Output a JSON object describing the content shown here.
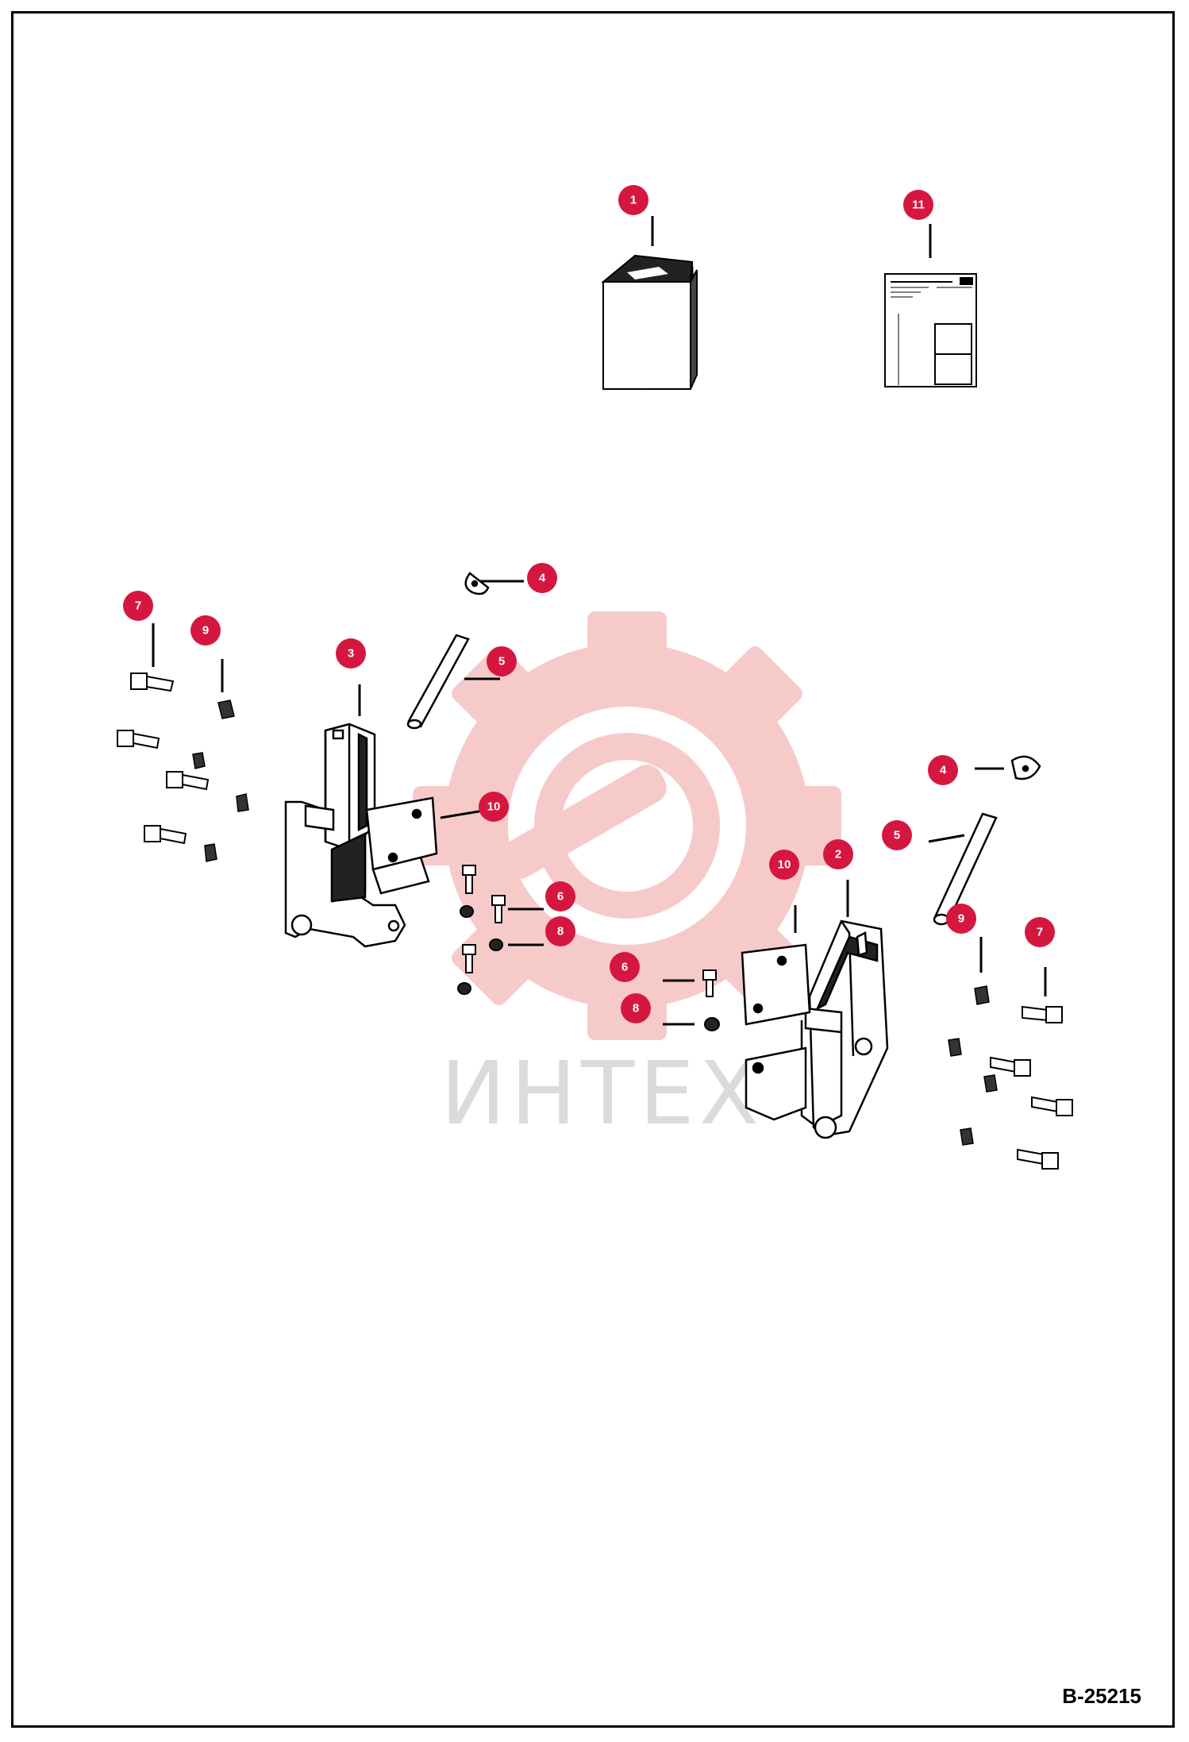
{
  "watermark": {
    "text": "ИНТЕХ"
  },
  "drawing_number": "B-25215",
  "callouts": [
    "1",
    "11",
    "4",
    "7",
    "9",
    "3",
    "5",
    "10",
    "6",
    "8",
    "4",
    "5",
    "2",
    "10",
    "9",
    "7",
    "6",
    "8"
  ],
  "colors": {
    "callout": "#d5173f",
    "line": "#000000",
    "watermark": "#f3a5a5"
  }
}
